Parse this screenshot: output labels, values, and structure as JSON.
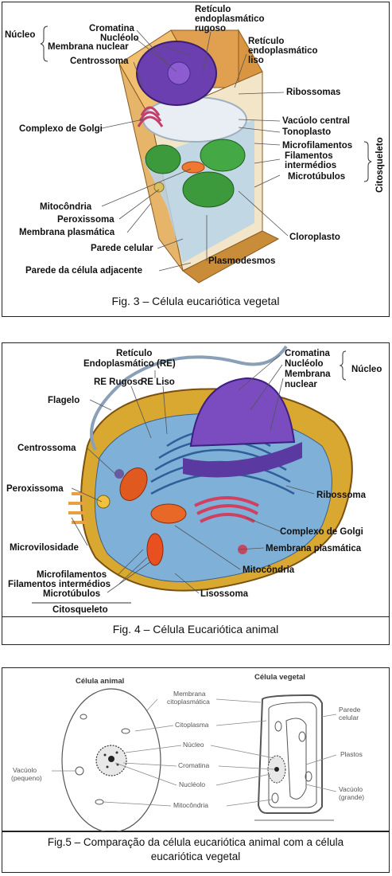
{
  "fig3": {
    "caption": "Fig. 3 – Célula eucariótica vegetal",
    "labels": {
      "nucleo": "Núcleo",
      "cromatina": "Cromatina",
      "nucleolo": "Nucléolo",
      "membrana_nuclear": "Membrana nuclear",
      "centrossoma": "Centrossoma",
      "re_rugoso_1": "Retículo",
      "re_rugoso_2": "endoplasmático",
      "re_rugoso_3": "rugoso",
      "re_liso_1": "Retículo",
      "re_liso_2": "endoplasmático",
      "re_liso_3": "liso",
      "ribossomas": "Ribossomas",
      "golgi": "Complexo de Golgi",
      "vacuolo": "Vacúolo central",
      "tonoplasto": "Tonoplasto",
      "microfilamentos": "Microfilamentos",
      "filamentos_1": "Filamentos",
      "filamentos_2": "intermédios",
      "microtubulos": "Microtúbulos",
      "citosqueleto": "Citosqueleto",
      "mitocondria": "Mitocôndria",
      "peroxissoma": "Peroxissoma",
      "membrana_plasmatica": "Membrana plasmática",
      "parede_celular": "Parede celular",
      "cloroplasto": "Cloroplasto",
      "plasmodesmos": "Plasmodesmos",
      "parede_adjacente": "Parede da célula adjacente"
    }
  },
  "fig4": {
    "caption": "Fig. 4 – Célula Eucariótica animal",
    "labels": {
      "re_1": "Retículo",
      "re_2": "Endoplasmático (RE)",
      "re_rugoso": "RE Rugoso",
      "re_liso": "RE Liso",
      "cromatina": "Cromatina",
      "nucleolo": "Nucléolo",
      "membrana_1": "Membrana",
      "membrana_2": "nuclear",
      "nucleo": "Núcleo",
      "flagelo": "Flagelo",
      "centrossoma": "Centrossoma",
      "peroxissoma": "Peroxissoma",
      "ribossoma": "Ribossoma",
      "golgi": "Complexo de Golgi",
      "microvilosidade": "Microvilosidade",
      "membrana_plasmatica": "Membrana plasmática",
      "mitocondria": "Mitocôndria",
      "microfilamentos": "Microfilamentos",
      "filamentos": "Filamentos intermédios",
      "microtubulos": "Microtúbulos",
      "lisossoma": "Lisossoma",
      "citosqueleto": "Citosqueleto"
    }
  },
  "fig5": {
    "caption_1": "Fig.5 – Comparação da célula eucariótica animal com a célula",
    "caption_2": "eucariótica vegetal",
    "labels": {
      "celula_animal": "Célula animal",
      "celula_vegetal": "Célula vegetal",
      "membrana_1": "Membrana",
      "membrana_2": "citoplasmática",
      "citoplasma": "Citoplasma",
      "nucleo": "Núcleo",
      "cromatina": "Cromatina",
      "nucleolo": "Nucléolo",
      "mitocondria": "Mitocôndria",
      "vacuolo_a_1": "Vacúolo",
      "vacuolo_a_2": "(pequeno)",
      "parede_1": "Parede",
      "parede_2": "celular",
      "plastos": "Plastos",
      "vacuolo_v_1": "Vacúolo",
      "vacuolo_v_2": "(grande)"
    }
  }
}
